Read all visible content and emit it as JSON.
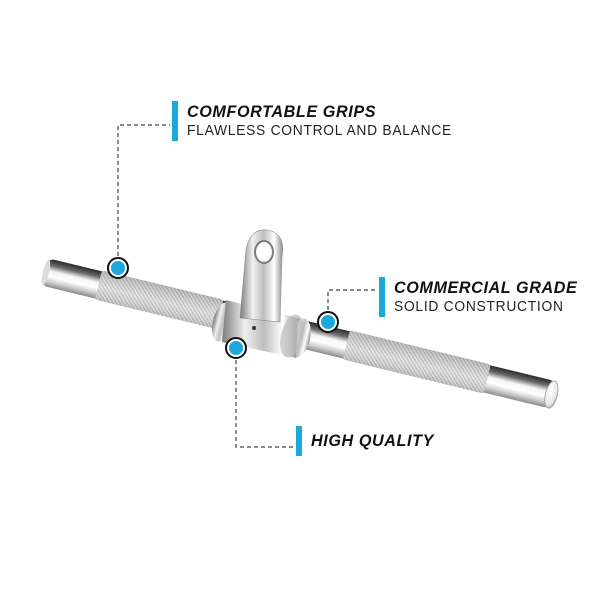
{
  "colors": {
    "accent": "#1ba8dc",
    "title_text": "#111111",
    "subtitle_text": "#222222",
    "leader_line": "#444444",
    "background": "#ffffff"
  },
  "product": {
    "name": "Rotating straight bar cable attachment",
    "parts": [
      "knurled-grip-left",
      "swivel-mount",
      "knurled-grip-right",
      "chrome-end-caps"
    ]
  },
  "callouts": [
    {
      "id": "comfortable-grips",
      "title": "COMFORTABLE GRIPS",
      "subtitle": "FLAWLESS CONTROL AND BALANCE"
    },
    {
      "id": "commercial-grade",
      "title": "COMMERCIAL GRADE",
      "subtitle": "SOLID CONSTRUCTION"
    },
    {
      "id": "high-quality",
      "title": "HIGH QUALITY",
      "subtitle": ""
    }
  ]
}
